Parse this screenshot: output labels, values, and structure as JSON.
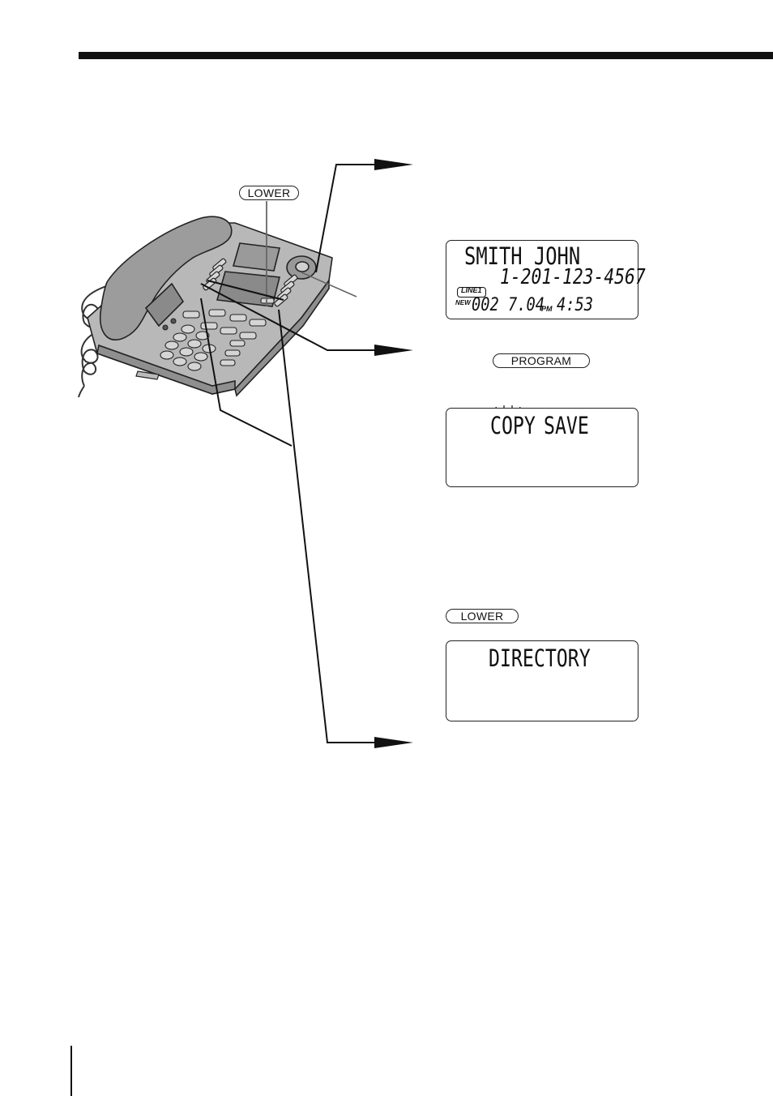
{
  "illustration": {
    "lower_key_top": "LOWER",
    "program_key": "PROGRAM",
    "lower_key_bottom": "LOWER"
  },
  "display1": {
    "name": "SMITH JOHN",
    "number": "1-201-123-4567",
    "line_badge": "LINE1",
    "new_label": "NEW",
    "count": "002",
    "date": "7.04",
    "ampm": "PM",
    "time": "4:53"
  },
  "display2": {
    "word_blinking": "COPY",
    "word_other": "SAVE"
  },
  "display3": {
    "text": "DIRECTORY"
  },
  "icons": [
    "telephone-illustration",
    "arrow-icon",
    "blink-rays-icon"
  ]
}
